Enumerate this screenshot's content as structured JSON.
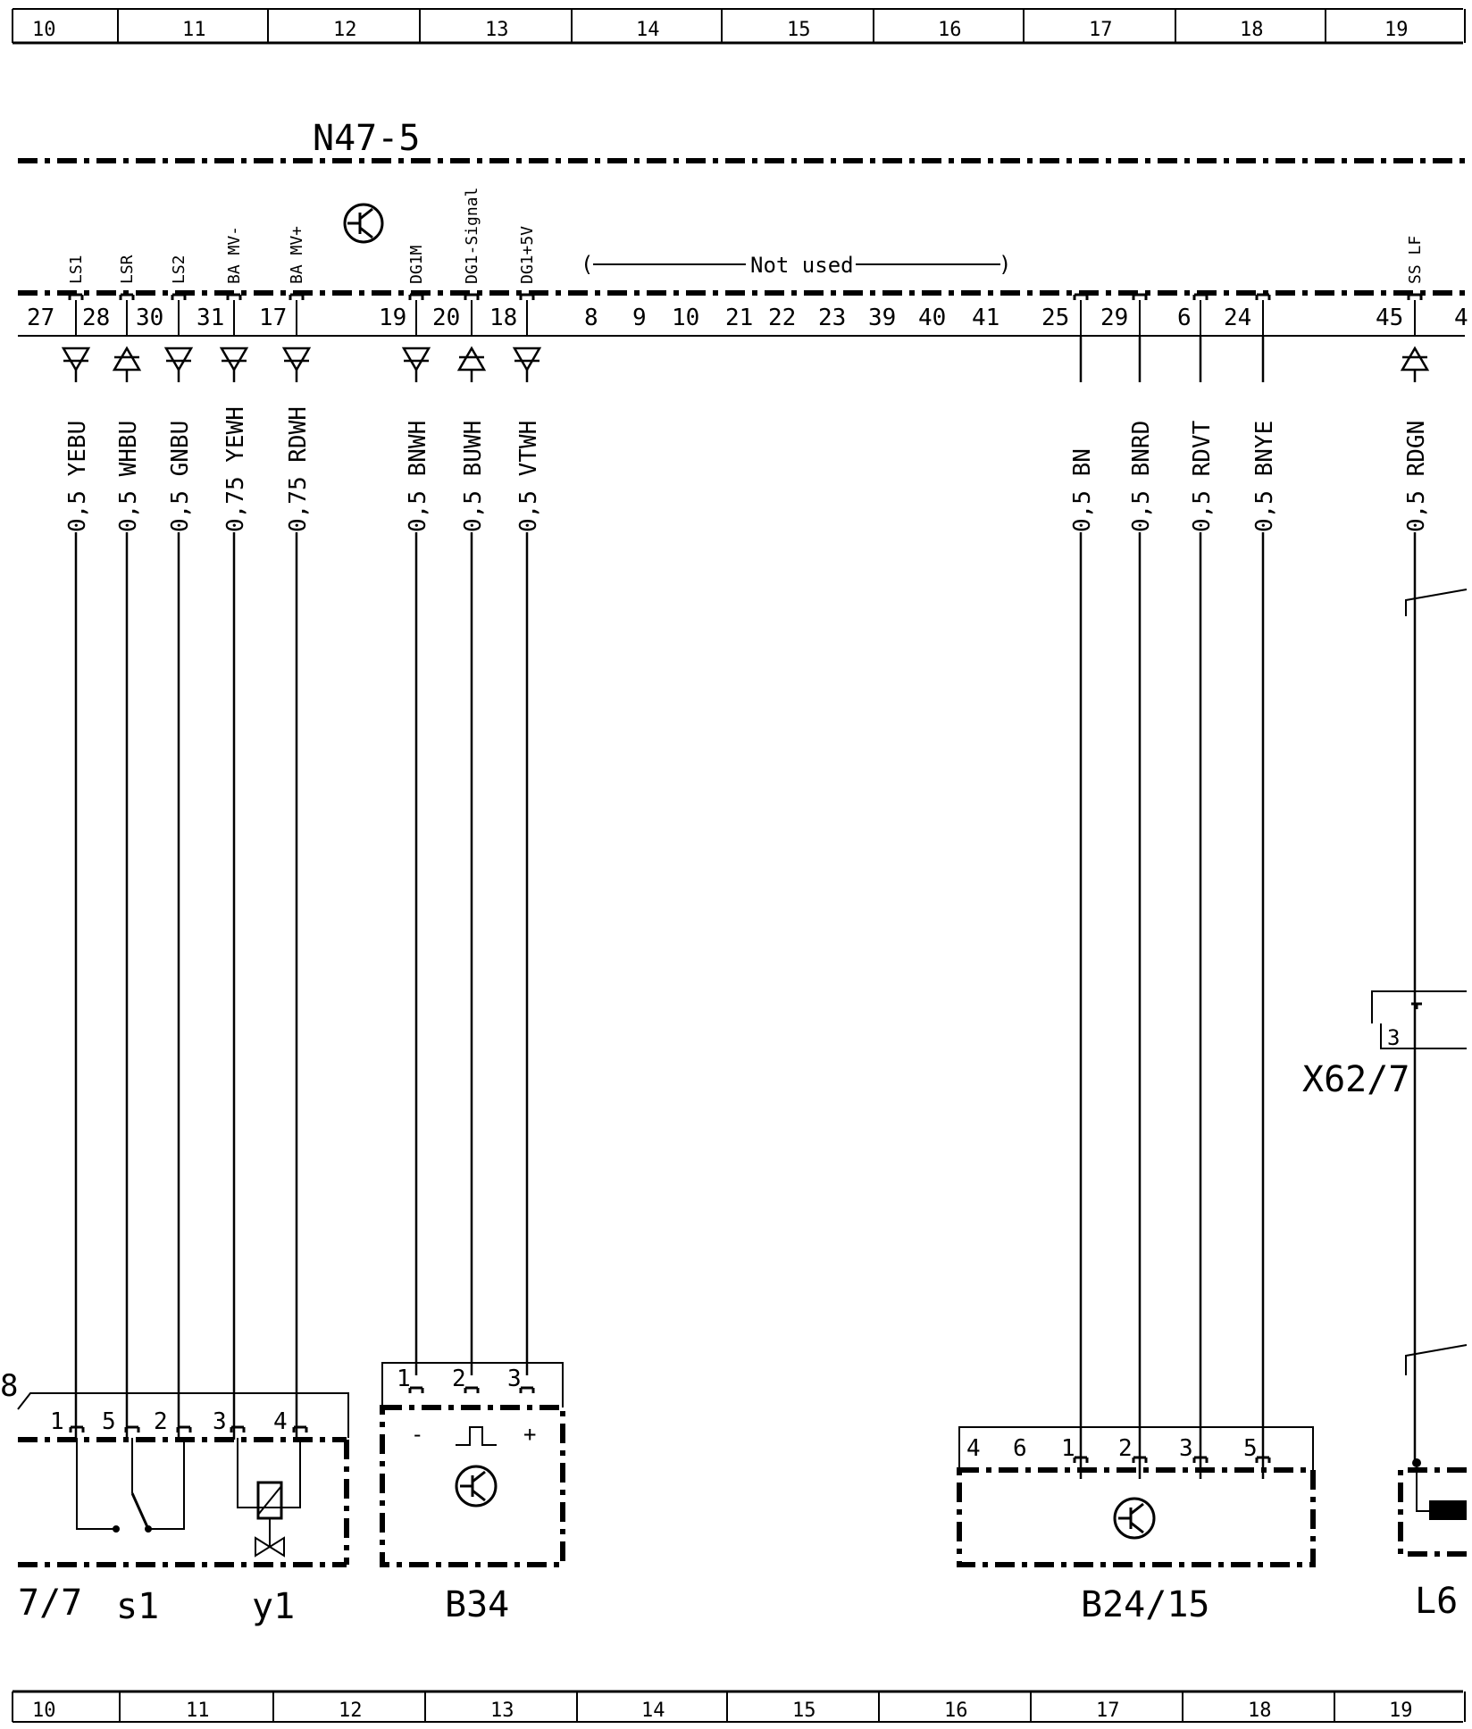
{
  "grid": {
    "top": [
      "10",
      "11",
      "12",
      "13",
      "14",
      "15",
      "16",
      "17",
      "18",
      "19"
    ],
    "bottom": [
      "10",
      "11",
      "12",
      "13",
      "14",
      "15",
      "16",
      "17",
      "18",
      "19"
    ]
  },
  "module": {
    "name": "N47-5",
    "not_used_label": "Not used",
    "signals": [
      {
        "pin": "27",
        "signal": "LS1",
        "wire": "0,5 YEBU",
        "dir": "in"
      },
      {
        "pin": "28",
        "signal": "LSR",
        "wire": "0,5 WHBU",
        "dir": "out"
      },
      {
        "pin": "30",
        "signal": "LS2",
        "wire": "0,5 GNBU",
        "dir": "in"
      },
      {
        "pin": "31",
        "signal": "BA MV-",
        "wire": "0,75 YEWH",
        "dir": "in"
      },
      {
        "pin": "17",
        "signal": "BA MV+",
        "wire": "0,75 RDWH",
        "dir": "in"
      },
      {
        "pin": "19",
        "signal": "DG1M",
        "wire": "0,5 BNWH",
        "dir": "in"
      },
      {
        "pin": "20",
        "signal": "DG1-Signal",
        "wire": "0,5 BUWH",
        "dir": "out"
      },
      {
        "pin": "18",
        "signal": "DG1+5V",
        "wire": "0,5 VTWH",
        "dir": "in"
      },
      {
        "pin": "25",
        "signal": "",
        "wire": "0,5 BN",
        "dir": "none"
      },
      {
        "pin": "29",
        "signal": "",
        "wire": "0,5 BNRD",
        "dir": "none"
      },
      {
        "pin": "6",
        "signal": "",
        "wire": "0,5 RDVT",
        "dir": "none"
      },
      {
        "pin": "24",
        "signal": "",
        "wire": "0,5 BNYE",
        "dir": "none"
      },
      {
        "pin": "45",
        "signal": "SS LF",
        "wire": "0,5 RDGN",
        "dir": "out"
      }
    ],
    "unused_pins": [
      "8",
      "9",
      "10",
      "21",
      "22",
      "23",
      "39",
      "40",
      "41"
    ],
    "cut_pin": "4"
  },
  "components": {
    "left_prefix": "8",
    "left_label": "7/7",
    "s1": "s1",
    "y1": "y1",
    "left_pins": [
      "1",
      "5",
      "2",
      "3",
      "4"
    ],
    "b34": {
      "name": "B34",
      "pins": [
        "1",
        "2",
        "3"
      ],
      "minus": "-",
      "plus": "+"
    },
    "b24": {
      "name": "B24/15",
      "pins": [
        "4",
        "6",
        "1",
        "2",
        "3",
        "5"
      ]
    },
    "x62": {
      "name": "X62/7",
      "pin": "3"
    },
    "l6": {
      "name": "L6"
    }
  }
}
